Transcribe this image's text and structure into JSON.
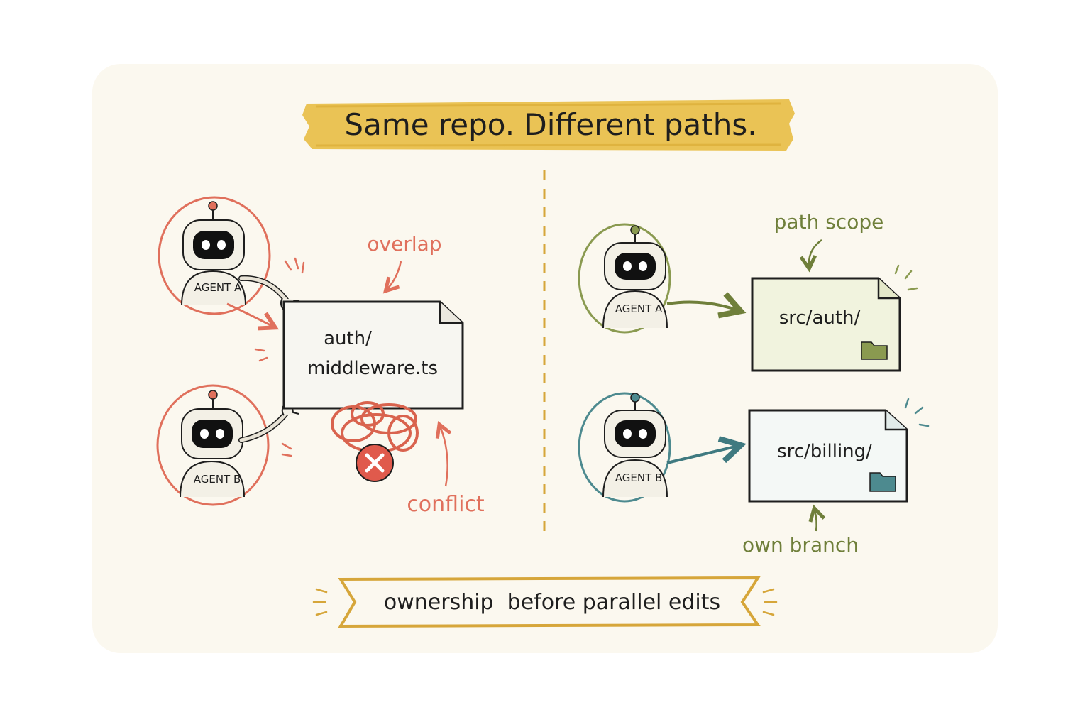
{
  "title": "Same repo. Different paths.",
  "footer": "ownership  before parallel edits",
  "left_panel": {
    "agents": [
      {
        "label": "AGENT A",
        "color": "#e0705c"
      },
      {
        "label": "AGENT B",
        "color": "#e0705c"
      }
    ],
    "file": {
      "line1": "auth/",
      "line2": "middleware.ts"
    },
    "annotations": {
      "overlap": "overlap",
      "conflict": "conflict"
    },
    "accent_color": "#e0705c"
  },
  "right_panel": {
    "agents": [
      {
        "label": "AGENT A",
        "color": "#8a9a50"
      },
      {
        "label": "AGENT B",
        "color": "#4d8a8f"
      }
    ],
    "files": [
      {
        "path": "src/auth/",
        "color": "#8a9a50",
        "fill": "#f1f3de"
      },
      {
        "path": "src/billing/",
        "color": "#4d8a8f",
        "fill": "#f4f8f6"
      }
    ],
    "annotations": {
      "path_scope": "path scope",
      "own_branch": "own branch"
    }
  },
  "colors": {
    "background": "#fbf8ef",
    "title_band": "#e8be48",
    "divider": "#d6a63a",
    "ink": "#1e1e1e"
  }
}
